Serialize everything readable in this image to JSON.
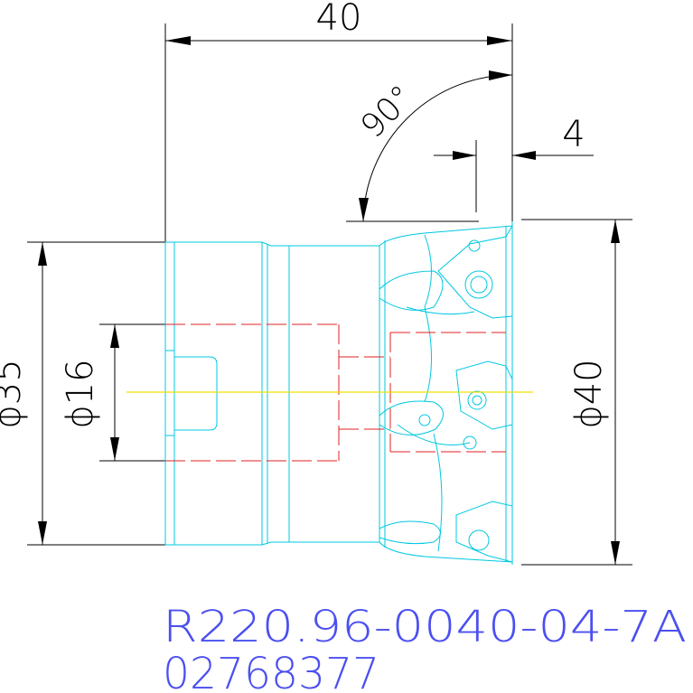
{
  "dimensions": {
    "overall_length": "40",
    "lead_angle": "90°",
    "insert_length": "4",
    "shank_diameter": "ϕ35",
    "bore_diameter": "ϕ16",
    "cutting_diameter": "ϕ40"
  },
  "product": {
    "code": "R220.96-0040-04-7A",
    "number": "02768377"
  },
  "colors": {
    "dimension": "#000000",
    "tool_outline": "#00c8e0",
    "hidden_lines": "#e02020",
    "center_axis": "#f0e000",
    "product_text": "#4b4ff0"
  }
}
